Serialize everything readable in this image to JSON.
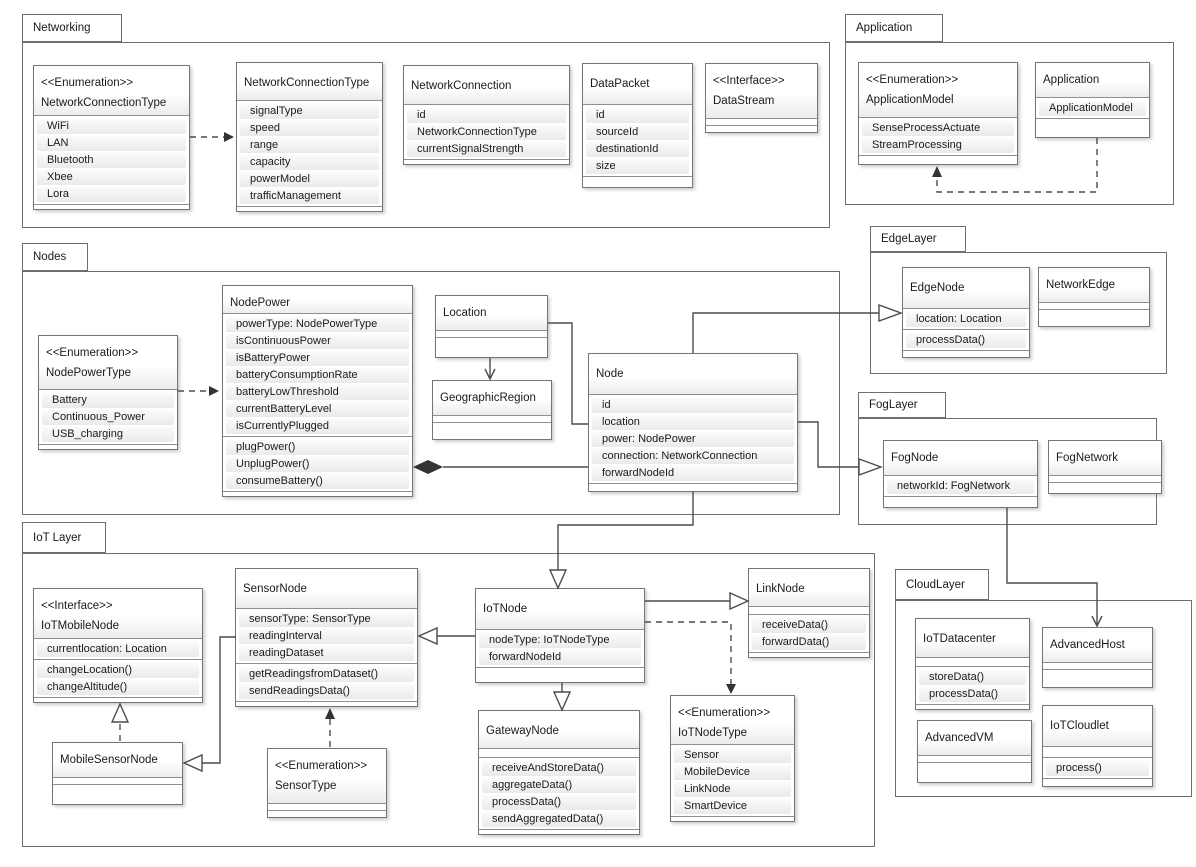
{
  "packages": {
    "networking": {
      "label": "Networking"
    },
    "application": {
      "label": "Application"
    },
    "nodes": {
      "label": "Nodes"
    },
    "edge_layer": {
      "label": "EdgeLayer"
    },
    "fog_layer": {
      "label": "FogLayer"
    },
    "iot_layer": {
      "label": "IoT Layer"
    },
    "cloud_layer": {
      "label": "CloudLayer"
    }
  },
  "classes": {
    "network_connection_type_enum": {
      "stereotype": "<<Enumeration>>",
      "name": "NetworkConnectionType",
      "attributes": [
        "WiFi",
        "LAN",
        "Bluetooth",
        "Xbee",
        "Lora"
      ]
    },
    "network_connection_type": {
      "name": "NetworkConnectionType",
      "attributes": [
        "signalType",
        "speed",
        "range",
        "capacity",
        "powerModel",
        "trafficManagement"
      ]
    },
    "network_connection": {
      "name": "NetworkConnection",
      "attributes": [
        "id",
        "NetworkConnectionType",
        "currentSignalStrength"
      ]
    },
    "data_packet": {
      "name": "DataPacket",
      "attributes": [
        "id",
        "sourceId",
        "destinationId",
        "size"
      ]
    },
    "data_stream": {
      "stereotype": "<<Interface>>",
      "name": "DataStream"
    },
    "application_model_enum": {
      "stereotype": "<<Enumeration>>",
      "name": "ApplicationModel",
      "attributes": [
        "SenseProcessActuate",
        "StreamProcessing"
      ]
    },
    "application": {
      "name": "Application",
      "attributes": [
        "ApplicationModel"
      ]
    },
    "node_power_type_enum": {
      "stereotype": "<<Enumeration>>",
      "name": "NodePowerType",
      "attributes": [
        "Battery",
        "Continuous_Power",
        "USB_charging"
      ]
    },
    "node_power": {
      "name": "NodePower",
      "attributes": [
        "powerType: NodePowerType",
        "isContinuousPower",
        "isBatteryPower",
        "batteryConsumptionRate",
        "batteryLowThreshold",
        "currentBatteryLevel",
        "isCurrentlyPlugged"
      ],
      "methods": [
        "plugPower()",
        "UnplugPower()",
        "consumeBattery()"
      ]
    },
    "location": {
      "name": "Location"
    },
    "geographic_region": {
      "name": "GeographicRegion"
    },
    "node": {
      "name": "Node",
      "attributes": [
        "id",
        "location",
        "power: NodePower",
        "connection: NetworkConnection",
        "forwardNodeId"
      ]
    },
    "edge_node": {
      "name": "EdgeNode",
      "attributes": [
        "location: Location"
      ],
      "methods": [
        "processData()"
      ]
    },
    "network_edge": {
      "name": "NetworkEdge"
    },
    "fog_node": {
      "name": "FogNode",
      "attributes": [
        "networkId: FogNetwork"
      ]
    },
    "fog_network": {
      "name": "FogNetwork"
    },
    "iot_mobile_node": {
      "stereotype": "<<Interface>>",
      "name": "IoTMobileNode",
      "attributes": [
        "currentlocation: Location"
      ],
      "methods": [
        "changeLocation()",
        "changeAltitude()"
      ]
    },
    "sensor_node": {
      "name": "SensorNode",
      "attributes": [
        "sensorType: SensorType",
        "readingInterval",
        "readingDataset"
      ],
      "methods": [
        "getReadingsfromDataset()",
        "sendReadingsData()"
      ]
    },
    "mobile_sensor_node": {
      "name": "MobileSensorNode"
    },
    "sensor_type_enum": {
      "stereotype": "<<Enumeration>>",
      "name": "SensorType"
    },
    "iot_node": {
      "name": "IoTNode",
      "attributes": [
        "nodeType: IoTNodeType",
        "forwardNodeId"
      ]
    },
    "gateway_node": {
      "name": "GatewayNode",
      "methods": [
        "receiveAndStoreData()",
        "aggregateData()",
        "processData()",
        "sendAggregatedData()"
      ]
    },
    "link_node": {
      "name": "LinkNode",
      "methods": [
        "receiveData()",
        "forwardData()"
      ]
    },
    "iot_node_type_enum": {
      "stereotype": "<<Enumeration>>",
      "name": "IoTNodeType",
      "attributes": [
        "Sensor",
        "MobileDevice",
        "LinkNode",
        "SmartDevice"
      ]
    },
    "iot_datacenter": {
      "name": "IoTDatacenter",
      "methods": [
        "storeData()",
        "processData()"
      ]
    },
    "advanced_host": {
      "name": "AdvancedHost"
    },
    "advanced_vm": {
      "name": "AdvancedVM"
    },
    "iot_cloudlet": {
      "name": "IoTCloudlet",
      "methods": [
        "process()"
      ]
    }
  },
  "relationships": [
    {
      "from": "NetworkConnectionType(enum)",
      "to": "NetworkConnectionType",
      "type": "dependency"
    },
    {
      "from": "Application",
      "to": "ApplicationModel",
      "type": "dependency"
    },
    {
      "from": "NodePowerType",
      "to": "NodePower",
      "type": "dependency"
    },
    {
      "from": "Location",
      "to": "GeographicRegion",
      "type": "directed-association"
    },
    {
      "from": "Location",
      "to": "Node",
      "type": "association"
    },
    {
      "from": "NodePower",
      "to": "Node",
      "type": "composition"
    },
    {
      "from": "Node",
      "to": "EdgeNode",
      "type": "generalization"
    },
    {
      "from": "Node",
      "to": "FogNode",
      "type": "generalization"
    },
    {
      "from": "Node",
      "to": "IoTNode",
      "type": "generalization"
    },
    {
      "from": "FogNode",
      "to": "AdvancedHost",
      "type": "directed-association"
    },
    {
      "from": "IoTNode",
      "to": "SensorNode",
      "type": "generalization"
    },
    {
      "from": "IoTNode",
      "to": "LinkNode",
      "type": "generalization"
    },
    {
      "from": "IoTNode",
      "to": "GatewayNode",
      "type": "generalization"
    },
    {
      "from": "IoTNode",
      "to": "IoTNodeType",
      "type": "dependency"
    },
    {
      "from": "SensorType",
      "to": "SensorNode",
      "type": "dependency"
    },
    {
      "from": "MobileSensorNode",
      "to": "IoTMobileNode",
      "type": "realization"
    },
    {
      "from": "SensorNode",
      "to": "MobileSensorNode",
      "type": "generalization"
    }
  ]
}
